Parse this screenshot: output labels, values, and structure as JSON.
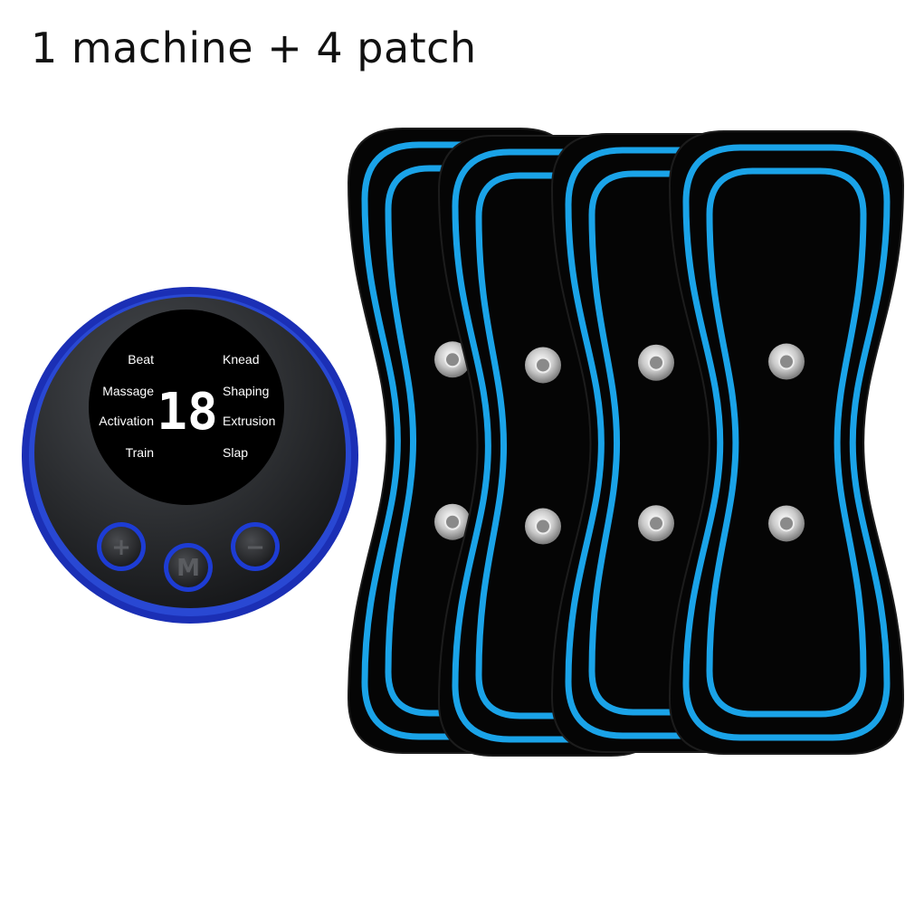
{
  "caption": "1 machine + 4 patch",
  "device": {
    "display_number": "18",
    "modes_left": [
      "Beat",
      "Massage",
      "Activation",
      "Train"
    ],
    "modes_right": [
      "Knead",
      "Shaping",
      "Extrusion",
      "Slap"
    ],
    "buttons": [
      {
        "symbol": "+"
      },
      {
        "symbol": "M"
      },
      {
        "symbol": "−"
      }
    ]
  },
  "patch_count": 4,
  "colors": {
    "patch_body": "#050505",
    "patch_line": "#1aa3e8",
    "ring": "#2a4bd8",
    "case": "#2c2e31",
    "screen": "#000000"
  }
}
